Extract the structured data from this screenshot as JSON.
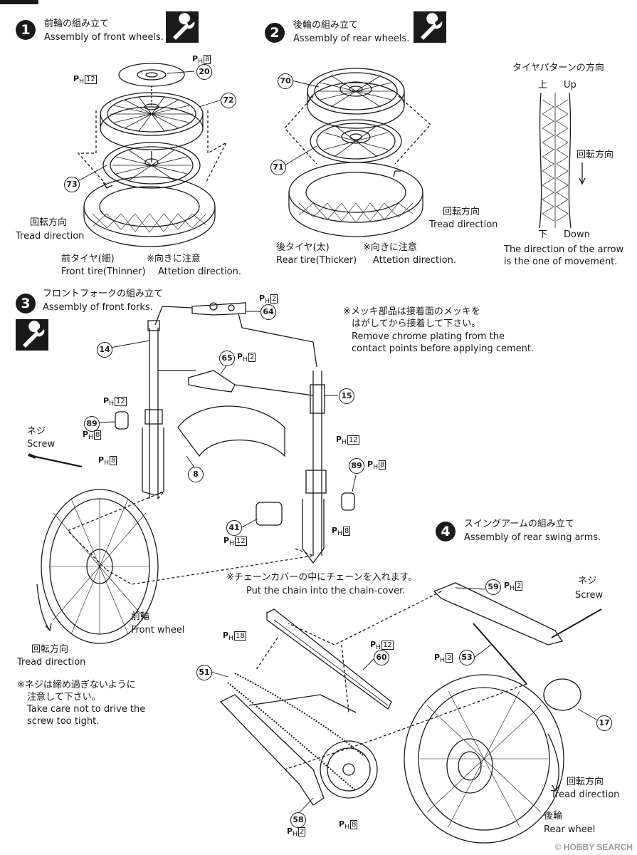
{
  "steps": [
    {
      "num": "1",
      "jp": "前輪の組み立て",
      "en": "Assembly of front wheels."
    },
    {
      "num": "2",
      "jp": "後輪の組み立て",
      "en": "Assembly of rear wheels."
    },
    {
      "num": "3",
      "jp": "フロントフォークの組み立て",
      "en": "Assembly of front forks."
    },
    {
      "num": "4",
      "jp": "スイングアームの組み立て",
      "en": "Assembly of rear swing arms."
    }
  ],
  "parts": {
    "p20": "20",
    "p72": "72",
    "p73": "73",
    "p70": "70",
    "p71": "71",
    "p64": "64",
    "p14": "14",
    "p65": "65",
    "p15": "15",
    "p89a": "89",
    "p89b": "89",
    "p8": "8",
    "p41": "41",
    "p59": "59",
    "p60": "60",
    "p51": "51",
    "p53": "53",
    "p17": "17",
    "p58": "58"
  },
  "ph": {
    "prefix": "P",
    "sub": "H",
    "n8": "8",
    "n12": "12",
    "n2": "2",
    "n18": "18"
  },
  "labels": {
    "rot_jp": "回転方向",
    "tread_en": "Tread direction",
    "front_tire_jp": "前タイヤ(細)",
    "front_tire_en": "Front tire(Thinner)",
    "caution_jp": "※向きに注意",
    "caution_en": "Attetion direction.",
    "rear_tire_jp": "後タイヤ(太)",
    "rear_tire_en": "Rear tire(Thicker)",
    "pattern_title": "タイヤパターンの方向",
    "up_jp": "上",
    "up_en": "Up",
    "down_jp": "下",
    "down_en": "Down",
    "rot_dir_jp": "回転方向",
    "arrow_note_1": "The direction of the arrow",
    "arrow_note_2": "is the one of movement.",
    "chrome_jp_1": "※メッキ部品は接着面のメッキを",
    "chrome_jp_2": "はがしてから接着して下さい。",
    "chrome_en_1": "Remove chrome plating from the",
    "chrome_en_2": "contact points before applying cement.",
    "screw_jp": "ネジ",
    "screw_en": "Screw",
    "front_wheel_jp": "前輪",
    "front_wheel_en": "Front wheel",
    "chain_jp": "※チェーンカバーの中にチェーンを入れます。",
    "chain_en": "Put the chain into the chain-cover.",
    "tight_jp_1": "※ネジは締め過ぎないように",
    "tight_jp_2": "注意して下さい。",
    "tight_en_1": "Take care not to drive the",
    "tight_en_2": "screw too tight.",
    "rear_wheel_jp": "後輪",
    "rear_wheel_en": "Rear wheel"
  },
  "watermark": "© HOBBY SEARCH"
}
